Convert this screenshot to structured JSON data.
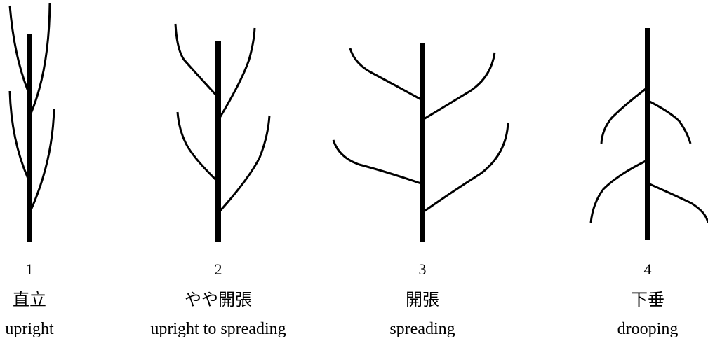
{
  "figure": {
    "panels": [
      {
        "number": "1",
        "label_ja": "直立",
        "label_en": "upright"
      },
      {
        "number": "2",
        "label_ja": "やや開張",
        "label_en": "upright to spreading"
      },
      {
        "number": "3",
        "label_ja": "開張",
        "label_en": "spreading"
      },
      {
        "number": "4",
        "label_ja": "下垂",
        "label_en": "drooping"
      }
    ],
    "stroke_color": "#000000"
  }
}
